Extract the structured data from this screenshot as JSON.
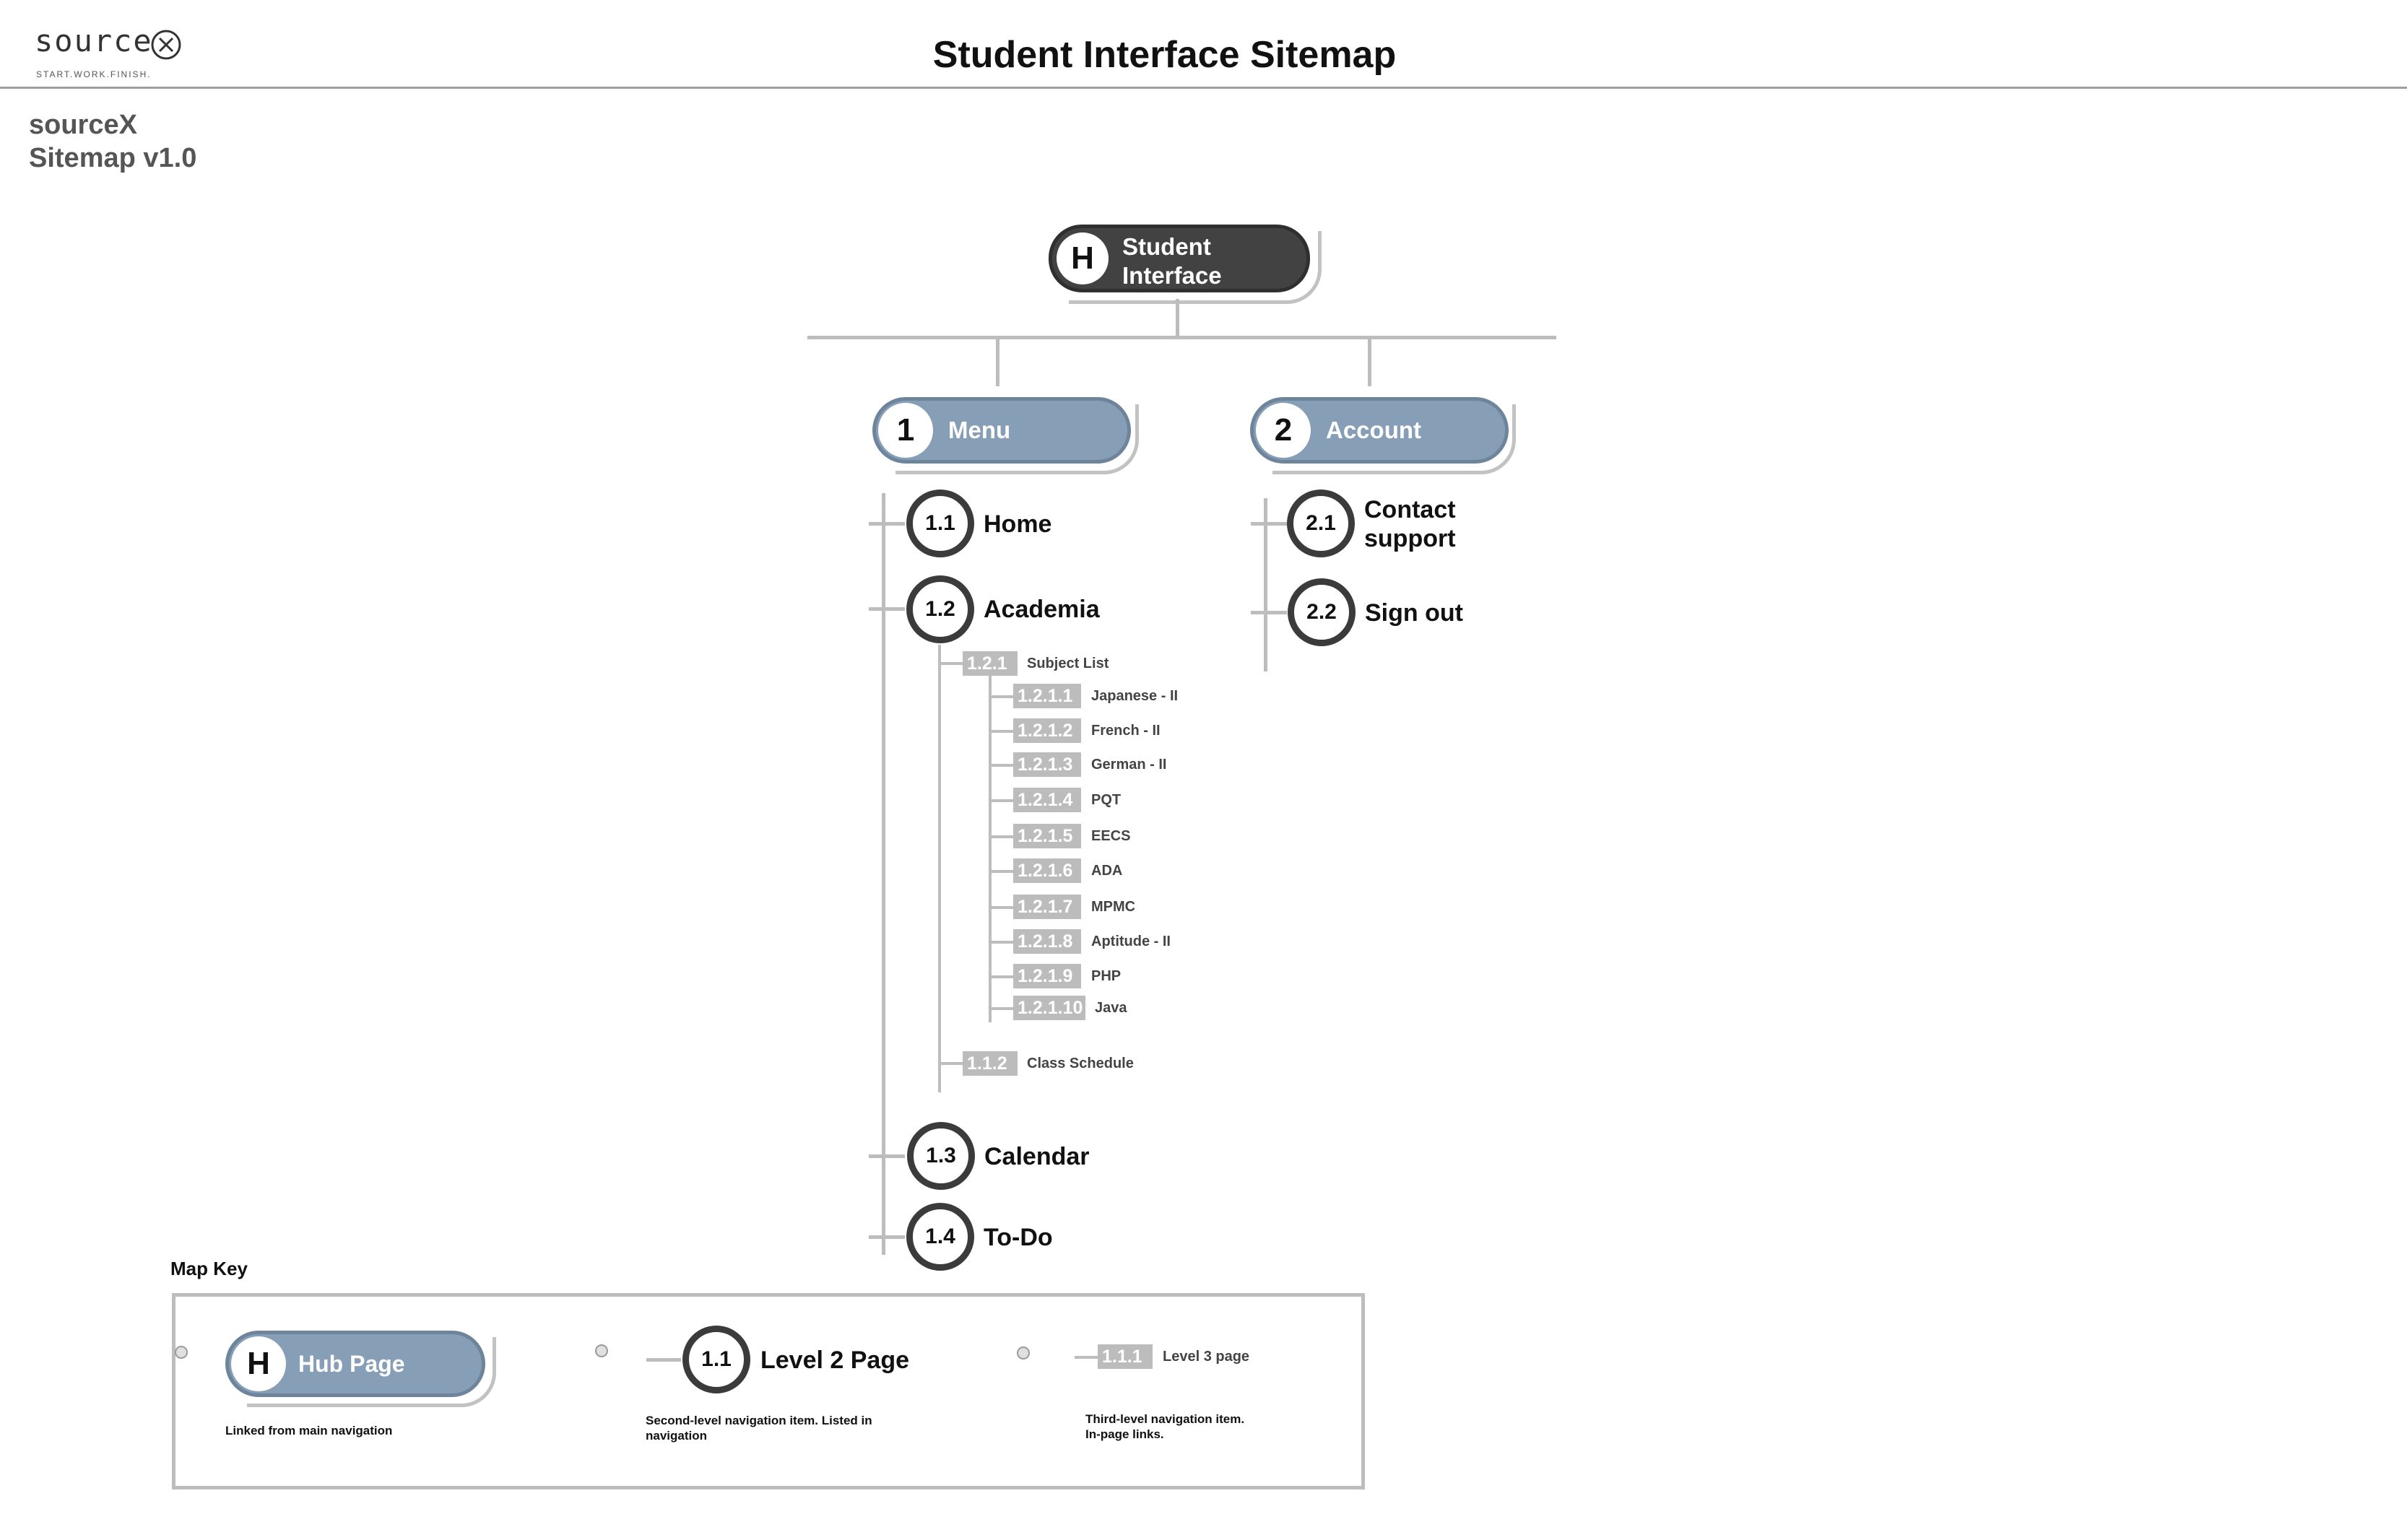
{
  "header": {
    "logo_word": "source",
    "logo_mark": "X",
    "logo_tagline": "START.WORK.FINISH.",
    "title": "Student Interface Sitemap"
  },
  "doc": {
    "name": "sourceX",
    "version": "Sitemap v1.0"
  },
  "hub": {
    "badge": "H",
    "label_line1": "Student",
    "label_line2": "Interface"
  },
  "sections": [
    {
      "badge": "1",
      "label": "Menu",
      "pages": [
        {
          "num": "1.1",
          "label": "Home"
        },
        {
          "num": "1.2",
          "label": "Academia"
        },
        {
          "num": "1.3",
          "label": "Calendar"
        },
        {
          "num": "1.4",
          "label": "To-Do"
        }
      ]
    },
    {
      "badge": "2",
      "label": "Account",
      "pages": [
        {
          "num": "2.1",
          "label_line1": "Contact",
          "label_line2": "support"
        },
        {
          "num": "2.2",
          "label": "Sign out"
        }
      ]
    }
  ],
  "academia": {
    "subject_list": {
      "num": "1.2.1",
      "label": "Subject List"
    },
    "subjects": [
      {
        "num": "1.2.1.1",
        "label": "Japanese - II"
      },
      {
        "num": "1.2.1.2",
        "label": "French - II"
      },
      {
        "num": "1.2.1.3",
        "label": "German - II"
      },
      {
        "num": "1.2.1.4",
        "label": "PQT"
      },
      {
        "num": "1.2.1.5",
        "label": "EECS"
      },
      {
        "num": "1.2.1.6",
        "label": "ADA"
      },
      {
        "num": "1.2.1.7",
        "label": "MPMC"
      },
      {
        "num": "1.2.1.8",
        "label": "Aptitude - II"
      },
      {
        "num": "1.2.1.9",
        "label": "PHP"
      },
      {
        "num": "1.2.1.10",
        "label": "Java"
      }
    ],
    "class_schedule": {
      "num": "1.1.2",
      "label": "Class Schedule"
    }
  },
  "map_key": {
    "heading": "Map Key",
    "hub": {
      "badge": "H",
      "label": "Hub Page",
      "desc": "Linked from main navigation"
    },
    "level2": {
      "num": "1.1",
      "label": "Level 2 Page",
      "desc_line1": "Second-level navigation item. Listed in",
      "desc_line2": "navigation"
    },
    "level3": {
      "num": "1.1.1",
      "label": "Level 3 page",
      "desc_line1": "Third-level navigation item.",
      "desc_line2": "In-page links."
    }
  },
  "colors": {
    "section_blue": "#869eb6",
    "hub_dark": "#424242",
    "connector_gray": "#bdbdbd",
    "level3_box": "#bcbcbc"
  }
}
